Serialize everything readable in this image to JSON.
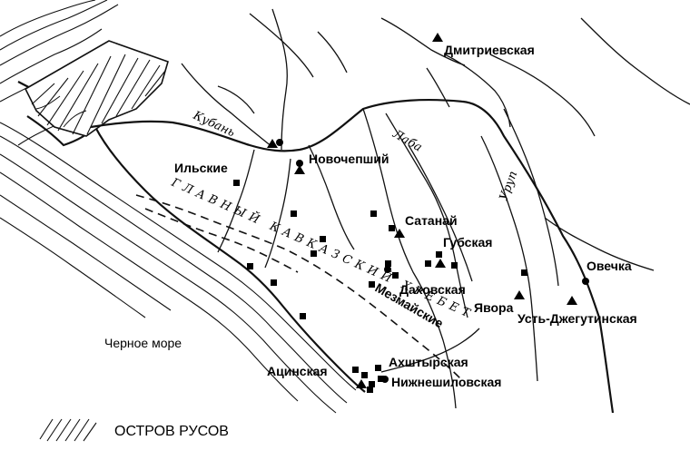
{
  "labels": {
    "dmitrievskaya": "Дмитриевская",
    "kuban": "Кубань",
    "laba": "Лаба",
    "novochepshiy": "Новочепший",
    "ilskie": "Ильские",
    "satanay": "Сатанай",
    "urup": "Уруп",
    "gubskaya": "Губская",
    "ovechka": "Овечка",
    "dakhovskaya": "Даховская",
    "mezmayskie": "Мезмайские",
    "yavora": "Явора",
    "ust_dzheg": "Усть-Джегутинская",
    "black_sea": "Черное море",
    "akhshtyrskaya": "Ахштырская",
    "atsinskaya": "Ацинская",
    "nizhneshilovskaya": "Нижнешиловская",
    "ridge": "ГЛАВНЫЙ КАВКАЗСКИЙ ХРЕБЕТ"
  },
  "legend": {
    "label": "ОСТРОВ РУСОВ"
  }
}
